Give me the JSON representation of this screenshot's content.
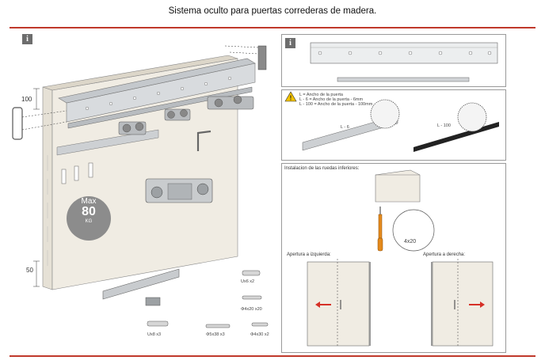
{
  "title": "Sistema oculto para puertas correderas de madera.",
  "info_glyph": "i",
  "dimensions": {
    "top": "100",
    "bottom": "50"
  },
  "max_load": {
    "label": "Max",
    "value": "80",
    "unit": "KG"
  },
  "hardware": [
    {
      "id": "plug-6",
      "label": "Ux6  x2"
    },
    {
      "id": "screw-4x20",
      "label": "Φ4x20  x20"
    },
    {
      "id": "plug-8",
      "label": "Ux8  x3"
    },
    {
      "id": "screw-5x38",
      "label": "Φ5x38  x3"
    },
    {
      "id": "screw-4x30",
      "label": "Φ4x30  x2"
    }
  ],
  "cutting": {
    "warning_lines": [
      "L = Ancho de la puerta",
      "L - 6 = Ancho de la puerta - 6mm",
      "L - 100 = Ancho de la puerta - 100mm"
    ],
    "left_label": "L - 6",
    "right_label": "L - 100"
  },
  "install": {
    "title": "Instalacion de las ruedas inferiores:",
    "size_label": "4x20"
  },
  "opening": {
    "left_label": "Apertura a izquierda:",
    "right_label": "Apertura a derecha:"
  },
  "colors": {
    "rule": "#c0392b",
    "arrow": "#d63027",
    "badge": "#6d6d6d",
    "handle": "#e48a1c"
  }
}
